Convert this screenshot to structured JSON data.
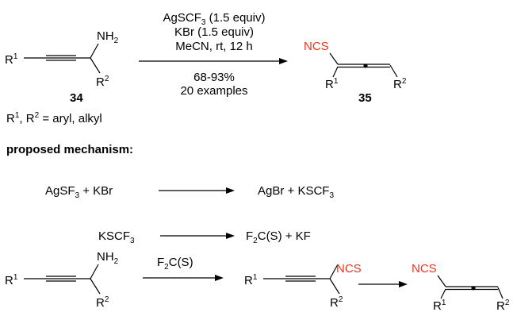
{
  "colors": {
    "highlight": "#e8351e",
    "ink": "#000000"
  },
  "reaction": {
    "conditions": {
      "reagent1_a": "AgSCF",
      "reagent1_sub": "3",
      "reagent1_b": " (1.5 equiv)",
      "reagent2": "KBr (1.5 equiv)",
      "solvent": "MeCN, rt, 12 h",
      "yield": "68-93%",
      "examples": "20 examples"
    },
    "substrate_number": "34",
    "product_number": "35",
    "substituents": {
      "r": "R",
      "r1_sup": "1",
      "r2_sup": "2",
      "rest": " = aryl, alkyl"
    },
    "amine_label": "NH",
    "amine_sub": "2",
    "ncs_label": "NCS"
  },
  "mechanism": {
    "heading": "proposed mechanism:",
    "step1": {
      "left_a": "AgSF",
      "left_sub": "3",
      "left_b": " + KBr",
      "right_a": "AgBr + KSCF",
      "right_sub": "3"
    },
    "step2": {
      "left_a": "KSCF",
      "left_sub": "3",
      "right_a": "F",
      "right_sub": "2",
      "right_b": "C(S)   + KF"
    },
    "step3": {
      "reagent_a": "F",
      "reagent_sub": "2",
      "reagent_b": "C(S)"
    }
  }
}
